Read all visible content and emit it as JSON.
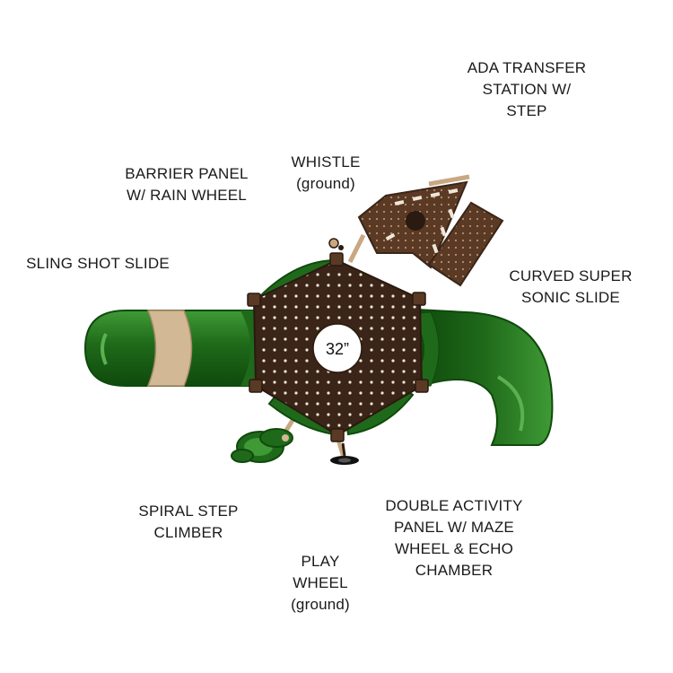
{
  "colors": {
    "slide_green": "#1f6a1a",
    "slide_dark": "#0f4a0c",
    "slide_light": "#3f9a35",
    "deck_brown": "#3a2518",
    "post_tan": "#c8a882",
    "accent_tan": "#d2b894",
    "panel_brown": "#5a3a24",
    "label_text": "#1a1a1a"
  },
  "deck": {
    "height_label": "32”"
  },
  "labels": {
    "ada_transfer": [
      "ADA TRANSFER",
      "STATION W/",
      "STEP"
    ],
    "whistle": [
      "WHISTLE",
      "(ground)"
    ],
    "barrier_panel": [
      "BARRIER PANEL",
      "W/ RAIN WHEEL"
    ],
    "sling_shot": [
      "SLING SHOT SLIDE"
    ],
    "curved_slide": [
      "CURVED SUPER",
      "SONIC SLIDE"
    ],
    "spiral_step": [
      "SPIRAL STEP",
      "CLIMBER"
    ],
    "double_activity": [
      "DOUBLE ACTIVITY",
      "PANEL W/ MAZE",
      "WHEEL & ECHO",
      "CHAMBER"
    ],
    "play_wheel": [
      "PLAY",
      "WHEEL",
      "(ground)"
    ]
  }
}
